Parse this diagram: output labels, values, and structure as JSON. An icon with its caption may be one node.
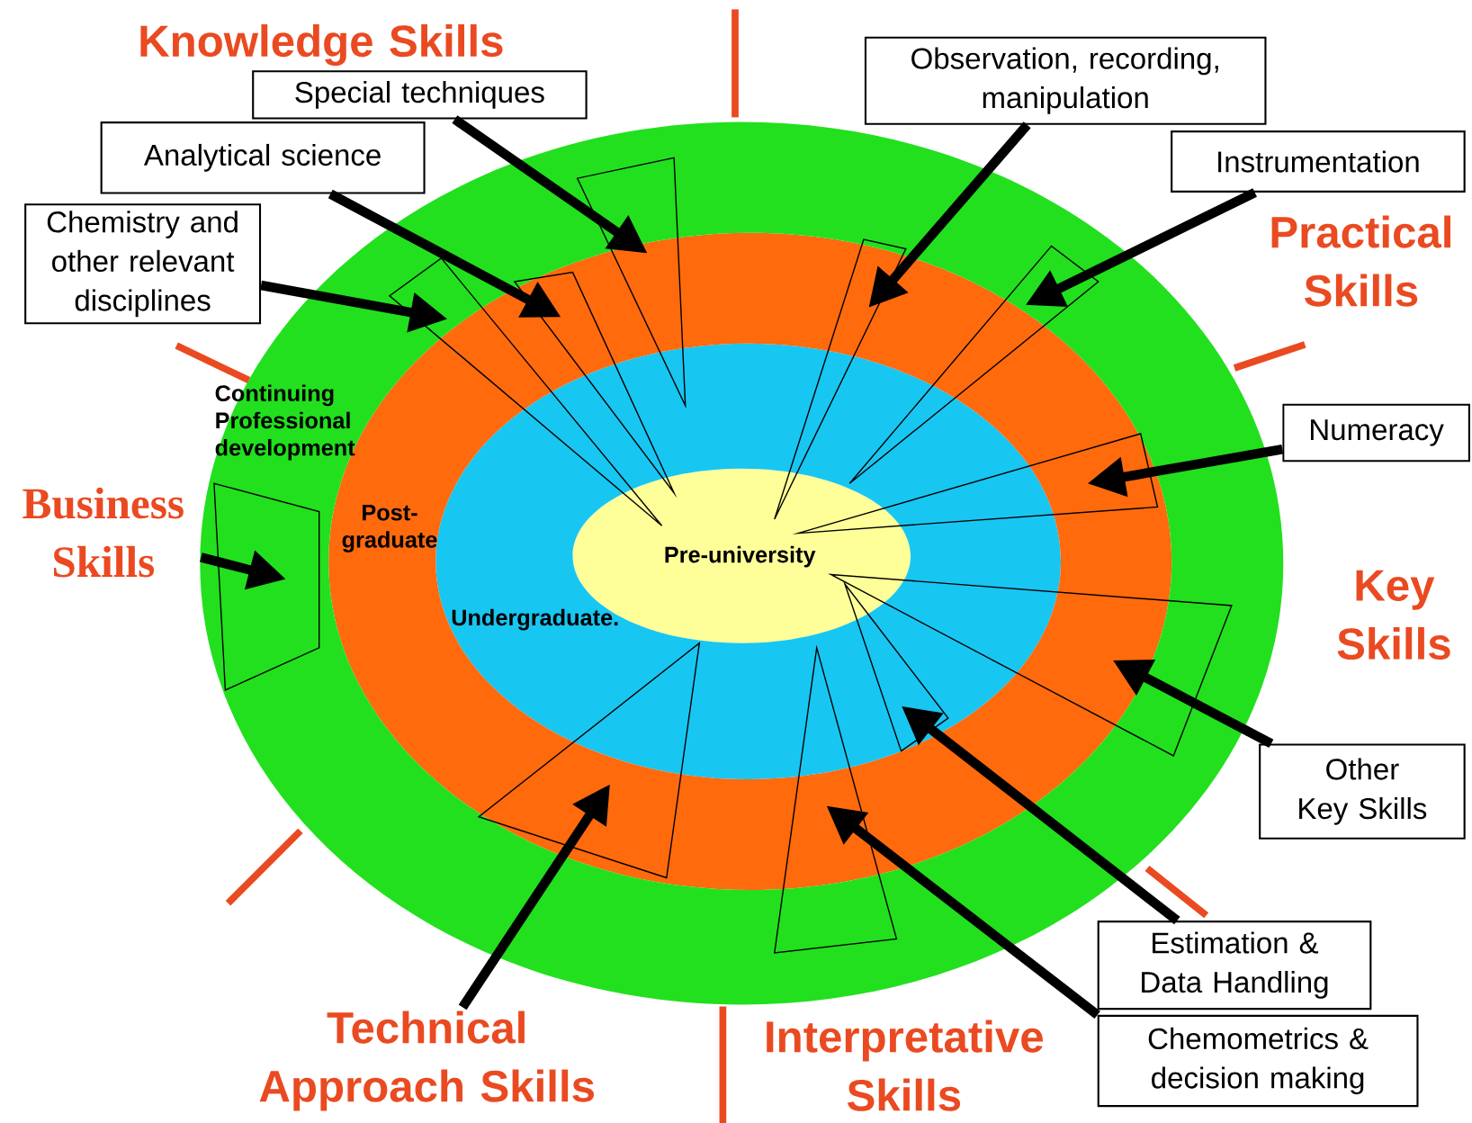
{
  "diagram": {
    "nodes": [
      {
        "text": [
          "Continuing Professional development"
        ]
      },
      {
        "text": [
          "Post-graduate"
        ],
        "in": 0
      },
      {
        "text": [
          "Undergraduate."
        ],
        "in": 1
      },
      {
        "text": [
          "Pre-university"
        ],
        "in": 2
      },
      {
        "text": [
          "Special techniques"
        ]
      },
      {
        "text": [
          "Analytical science"
        ]
      },
      {
        "text": [
          "Chemistry and other relevant disciplines"
        ]
      },
      {
        "text": [
          "Observation, recording, manipulation"
        ]
      },
      {
        "text": [
          "Instrumentation"
        ]
      },
      {
        "text": [
          "Numeracy"
        ]
      },
      {
        "text": [
          "Other Key Skills"
        ]
      },
      {
        "text": [
          "Estimation & Data Handling"
        ]
      },
      {
        "text": [
          "Chemometrics & decision making"
        ]
      },
      {
        "text": [
          "Business Skills"
        ]
      },
      {
        "text": [
          "Technical Approach Skills"
        ]
      }
    ],
    "edges": [
      {
        "from": 4,
        "to": 1,
        "arrow": "to"
      },
      {
        "from": 5,
        "to": 1,
        "arrow": "to"
      },
      {
        "from": 6,
        "to": 2,
        "arrow": "to"
      },
      {
        "from": 7,
        "to": 1,
        "arrow": "to"
      },
      {
        "from": 8,
        "to": 1,
        "arrow": "to"
      },
      {
        "from": 9,
        "to": 1,
        "arrow": "to"
      },
      {
        "from": 10,
        "to": 1,
        "arrow": "to"
      },
      {
        "from": 11,
        "to": 2,
        "arrow": "to"
      },
      {
        "from": 12,
        "to": 1,
        "arrow": "to"
      },
      {
        "from": 13,
        "to": 0,
        "arrow": "to"
      },
      {
        "from": 14,
        "to": 2,
        "arrow": "to"
      }
    ],
    "labels": [
      "Knowledge Skills",
      "Practical Skills",
      "Key Skills",
      "Interpretative Skills"
    ]
  }
}
